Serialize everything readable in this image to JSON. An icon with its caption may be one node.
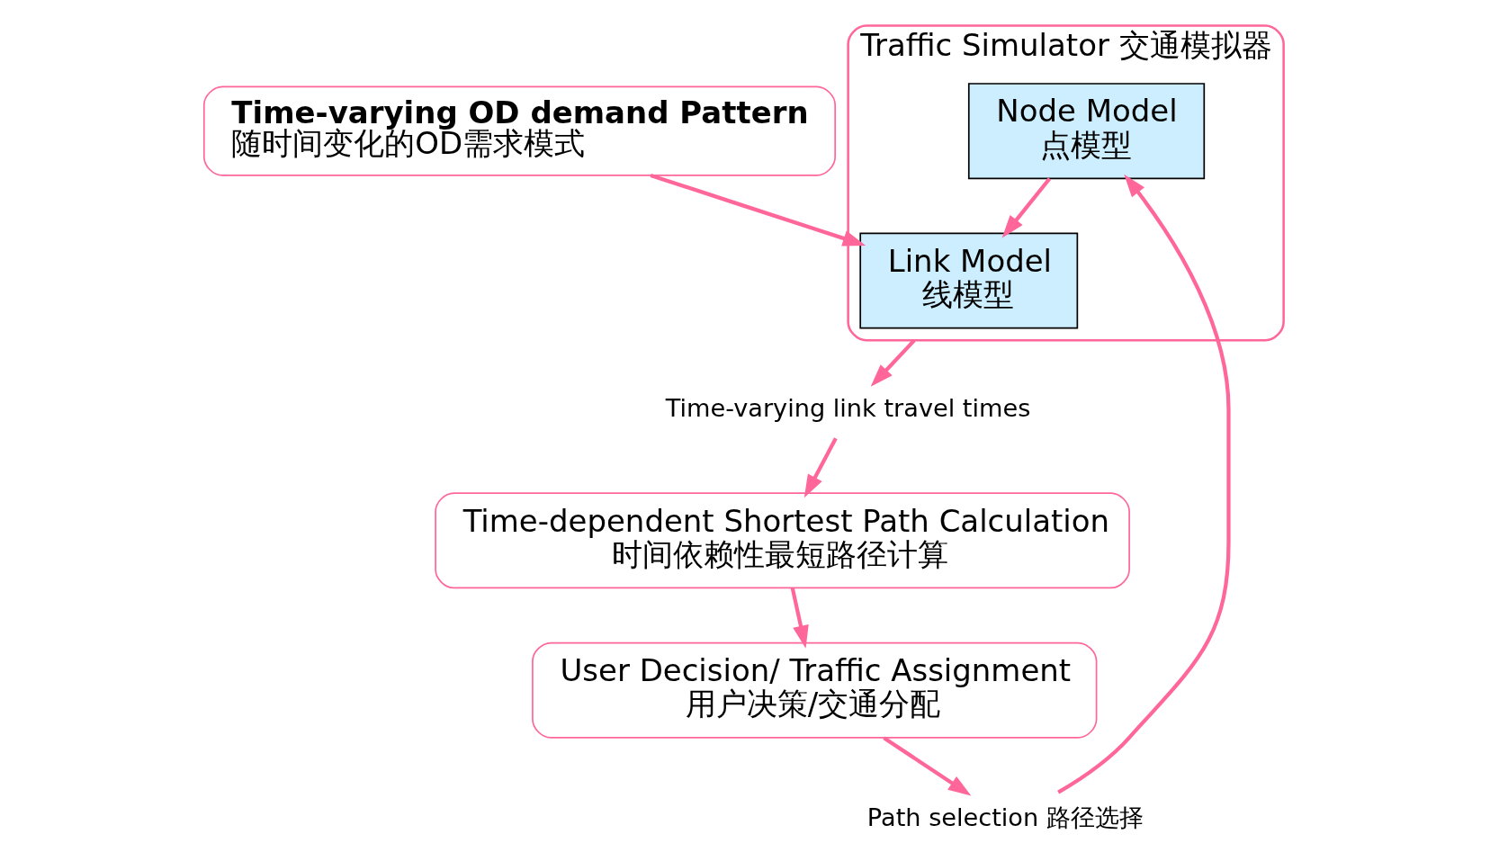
{
  "diagram": {
    "nodes": [
      {
        "text": [
          "Time-varying OD demand Pattern",
          "随时间变化的OD需求模式"
        ]
      },
      {
        "text": [
          "Traffic Simulator 交通模拟器"
        ]
      },
      {
        "text": [
          "Link Model",
          "线模型"
        ],
        "in": 1
      },
      {
        "text": [
          "Node Model",
          "点模型"
        ],
        "in": 1
      },
      {
        "text": [
          "Time-varying link travel times"
        ]
      },
      {
        "text": [
          "Time-dependent Shortest Path Calculation",
          "时间依赖性最短路径计算"
        ]
      },
      {
        "text": [
          "User Decision/ Traffic Assignment",
          "用户决策/交通分配"
        ]
      },
      {
        "text": [
          "Path selection 路径选择"
        ]
      }
    ],
    "edges": [
      {
        "from": 0,
        "to": 2,
        "arrow": "to"
      },
      {
        "from": 3,
        "to": 2,
        "arrow": "to"
      },
      {
        "from": 1,
        "to": 4,
        "arrow": "to"
      },
      {
        "from": 4,
        "to": 5,
        "arrow": "to"
      },
      {
        "from": 5,
        "to": 6,
        "arrow": "to"
      },
      {
        "from": 6,
        "to": 7,
        "arrow": "to"
      },
      {
        "from": 7,
        "to": 3,
        "arrow": "to"
      }
    ]
  }
}
